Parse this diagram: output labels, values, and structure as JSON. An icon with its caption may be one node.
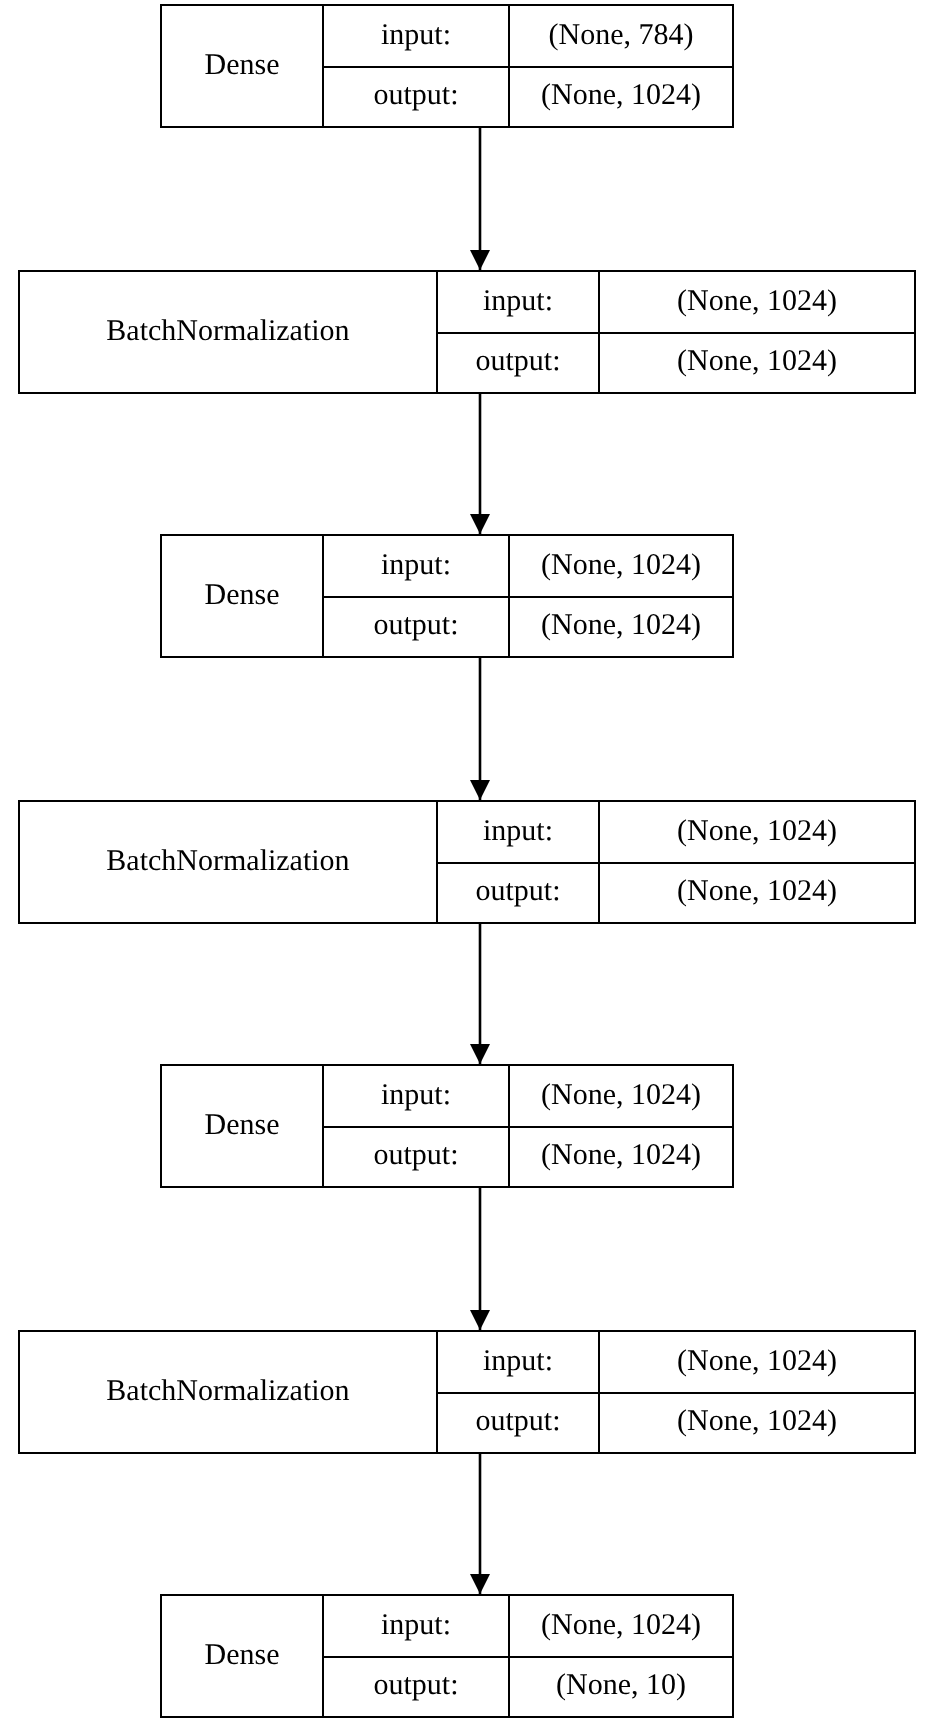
{
  "diagram": {
    "nodes": [
      {
        "text": [
          "Dense",
          "input:",
          "(None, 784)",
          "output:",
          "(None, 1024)"
        ]
      },
      {
        "text": [
          "BatchNormalization",
          "input:",
          "(None, 1024)",
          "output:",
          "(None, 1024)"
        ]
      },
      {
        "text": [
          "Dense",
          "input:",
          "(None, 1024)",
          "output:",
          "(None, 1024)"
        ]
      },
      {
        "text": [
          "BatchNormalization",
          "input:",
          "(None, 1024)",
          "output:",
          "(None, 1024)"
        ]
      },
      {
        "text": [
          "Dense",
          "input:",
          "(None, 1024)",
          "output:",
          "(None, 1024)"
        ]
      },
      {
        "text": [
          "BatchNormalization",
          "input:",
          "(None, 1024)",
          "output:",
          "(None, 1024)"
        ]
      },
      {
        "text": [
          "Dense",
          "input:",
          "(None, 1024)",
          "output:",
          "(None, 10)"
        ]
      }
    ],
    "edges": [
      {
        "from": 0,
        "to": 1,
        "arrow": "to"
      },
      {
        "from": 1,
        "to": 2,
        "arrow": "to"
      },
      {
        "from": 2,
        "to": 3,
        "arrow": "to"
      },
      {
        "from": 3,
        "to": 4,
        "arrow": "to"
      },
      {
        "from": 4,
        "to": 5,
        "arrow": "to"
      },
      {
        "from": 5,
        "to": 6,
        "arrow": "to"
      }
    ]
  }
}
